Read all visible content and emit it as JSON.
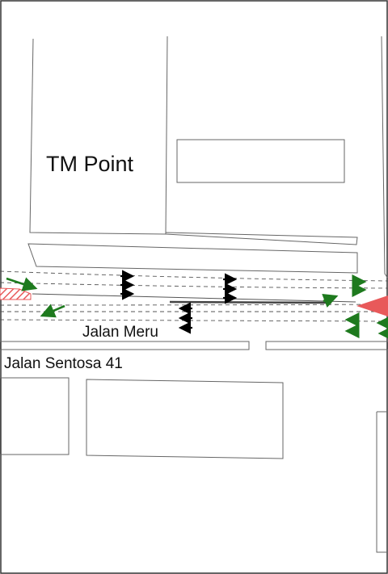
{
  "labels": {
    "building": "TM Point",
    "road_main": "Jalan Meru",
    "road_side": "Jalan Sentosa 41"
  },
  "colors": {
    "outline": "#666666",
    "lane_dash": "#555555",
    "arrow_black": "#000000",
    "arrow_green": "#1e7a1e",
    "hazard_red": "#e8595a"
  },
  "icons": {
    "black_arrow": "arrow-icon",
    "green_arrow": "green-arrow-icon",
    "hatch_zone": "hatched-area-icon",
    "red_marker": "red-wedge-icon"
  }
}
